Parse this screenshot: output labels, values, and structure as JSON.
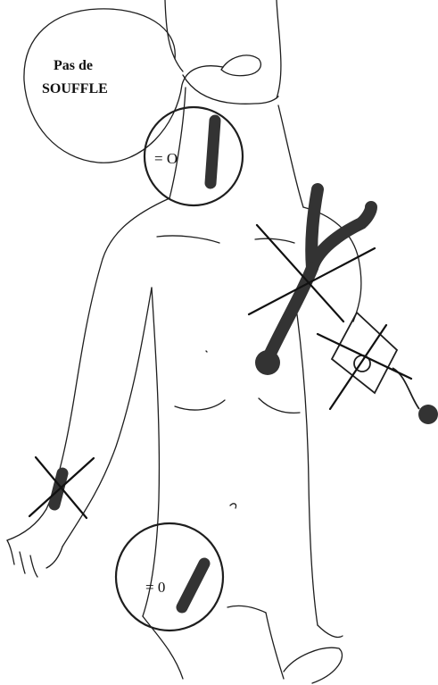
{
  "speech_bubble": {
    "line1": "Pas de",
    "line2": "SOUFFLE"
  },
  "neck_check": {
    "label": "= O"
  },
  "groin_check": {
    "label": "= 0"
  },
  "colors": {
    "ink": "#1e1e1e",
    "marker": "#333333"
  }
}
